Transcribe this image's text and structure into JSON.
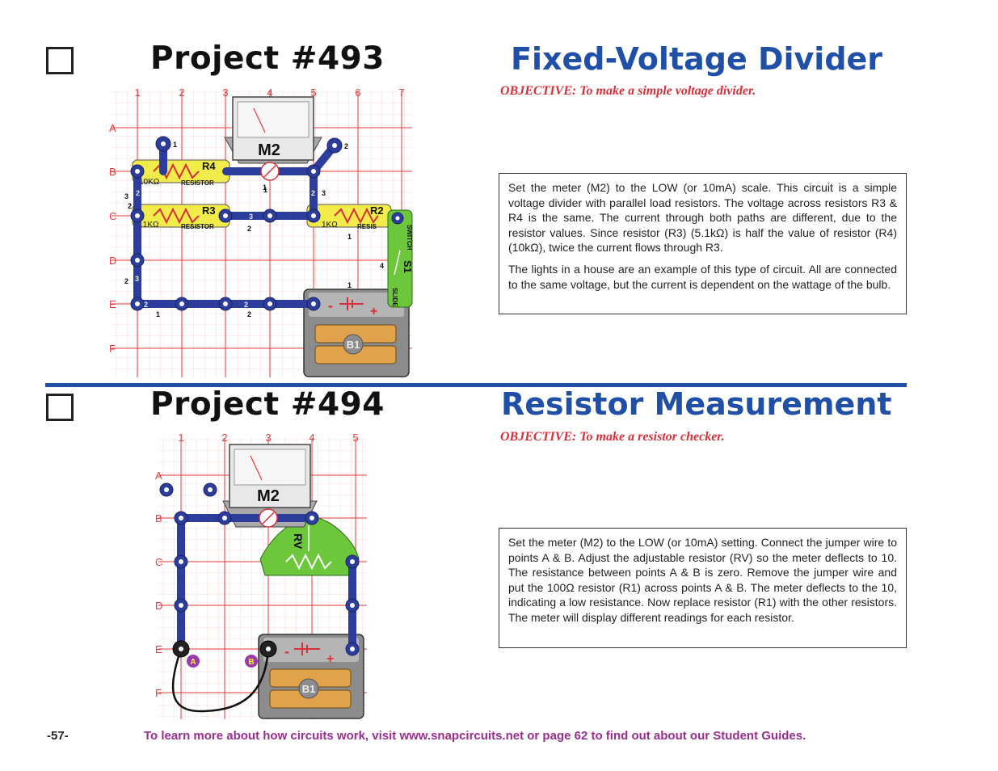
{
  "project1": {
    "number": "Project #493",
    "title": "Fixed-Voltage Divider",
    "objective": "OBJECTIVE:  To make a simple voltage divider.",
    "paragraphs": [
      "Set the meter (M2) to the LOW (or 10mA) scale.  This circuit is a simple voltage divider with parallel load resistors.  The voltage across resistors R3 & R4 is the same.  The current through both paths are different, due to the resistor values.  Since resistor (R3) (5.1kΩ) is half the value of resistor (R4) (10kΩ), twice the current flows through R3.",
      "The lights in a house are an example of this type of circuit.  All are connected to the same voltage, but the current is dependent on the wattage of the bulb."
    ],
    "diagram": {
      "cols": [
        "1",
        "2",
        "3",
        "4",
        "5",
        "6",
        "7"
      ],
      "rows": [
        "A",
        "B",
        "C",
        "D",
        "E",
        "F"
      ],
      "meter": "M2",
      "r4_name": "R4",
      "r4_value": "10KΩ",
      "r3_name": "R3",
      "r3_value": ".1KΩ",
      "r2_name": "R2",
      "r2_value": "1KΩ",
      "resistor_word": "RESISTOR",
      "resis_word": "RESIS",
      "switch_label": "S1",
      "switch_text": "SLIDE",
      "switch_text2": "SWITCH",
      "battery": "B1",
      "wire_nums": [
        "1",
        "2",
        "3",
        "2",
        "3",
        "2",
        "1",
        "2",
        "3",
        "2",
        "1",
        "4",
        "2",
        "1",
        "2",
        "2",
        "3",
        "1",
        "1",
        "2"
      ]
    }
  },
  "project2": {
    "number": "Project #494",
    "title": "Resistor Measurement",
    "objective": "OBJECTIVE:  To make a resistor checker.",
    "paragraphs": [
      "Set the meter (M2) to the LOW (or 10mA) setting.  Connect the jumper wire to points A & B.  Adjust the adjustable resistor (RV) so the meter deflects to 10.  The resistance between points A & B is zero.  Remove the jumper wire and put the 100Ω resistor (R1) across points A & B.  The meter deflects to the 10, indicating a low resistance.  Now replace resistor (R1) with the other resistors.  The meter will display different readings for each resistor."
    ],
    "diagram": {
      "cols": [
        "1",
        "2",
        "3",
        "4",
        "5"
      ],
      "rows": [
        "A",
        "B",
        "C",
        "D",
        "E",
        "F"
      ],
      "meter": "M2",
      "rv": "RV",
      "battery": "B1",
      "point_a": "A",
      "point_b": "B"
    }
  },
  "footer": {
    "page": "-57-",
    "link_text": "To learn more about how circuits work, visit www.snapcircuits.net or page 62 to find out about our Student Guides."
  },
  "colors": {
    "title_blue": "#1f4fa6",
    "objective_red": "#d6303a",
    "footer_purple": "#9b2d92",
    "snap_blue": "#2c3d9c",
    "resistor_yellow": "#f2ec4a",
    "switch_green": "#6cc83a",
    "grid_red": "#e53b3b"
  }
}
